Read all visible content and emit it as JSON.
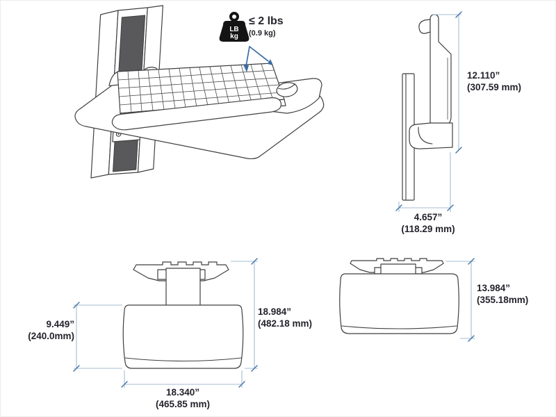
{
  "weight": {
    "icon_line1": "LB",
    "icon_line2": "kg",
    "value": "≤ 2 lbs",
    "metric": "(0.9 kg)"
  },
  "dimensions": {
    "side_height": {
      "in": "12.110”",
      "mm": "(307.59 mm)"
    },
    "side_depth": {
      "in": "4.657”",
      "mm": "(118.29 mm)"
    },
    "tray_depth": {
      "in": "9.449”",
      "mm": "(240.0mm)"
    },
    "overall_depth": {
      "in": "18.984”",
      "mm": "(482.18 mm)"
    },
    "tray_width": {
      "in": "18.340”",
      "mm": "(465.85 mm)"
    },
    "compact_width": {
      "in": "13.984”",
      "mm": "(355.18mm)"
    }
  },
  "colors": {
    "line": "#3f3f3f",
    "dark_slot": "#59595b",
    "dimension_line": "#a6bcd2",
    "dimension_tick": "#4779ad",
    "arrow": "#3a6ca3",
    "text": "#23232b"
  }
}
